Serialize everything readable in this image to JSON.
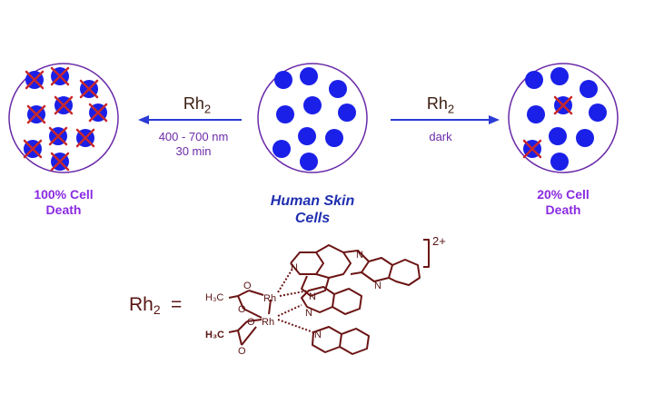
{
  "colors": {
    "cell": "#1a20e8",
    "circle_outline": "#6a2aa8",
    "arrow": "#2b3bd6",
    "label_purple": "#8a2be2",
    "skin_label": "#1f2fb0",
    "x_mark": "#c8282c",
    "structure": "#6b1414",
    "text_dark": "#5a1414"
  },
  "left": {
    "label_line1": "100% Cell",
    "label_line2": "Death",
    "dead_cells": 10
  },
  "center": {
    "label_line1": "Human Skin",
    "label_line2": "Cells"
  },
  "right": {
    "label_line1": "20% Cell",
    "label_line2": "Death",
    "dead_cells": 2
  },
  "arrow_left": {
    "reagent": "Rh",
    "reagent_sub": "2",
    "condition_line1": "400 - 700 nm",
    "condition_line2": "30 min"
  },
  "arrow_right": {
    "reagent": "Rh",
    "reagent_sub": "2",
    "condition": "dark"
  },
  "structure": {
    "label": "Rh",
    "label_sub": "2",
    "equals": "=",
    "charge": "2+",
    "methyl_1": "H₃C",
    "methyl_2": "H₃C",
    "metal_1": "Rh",
    "metal_2": "Rh",
    "oxygen": "O",
    "nitrogen": "N"
  }
}
